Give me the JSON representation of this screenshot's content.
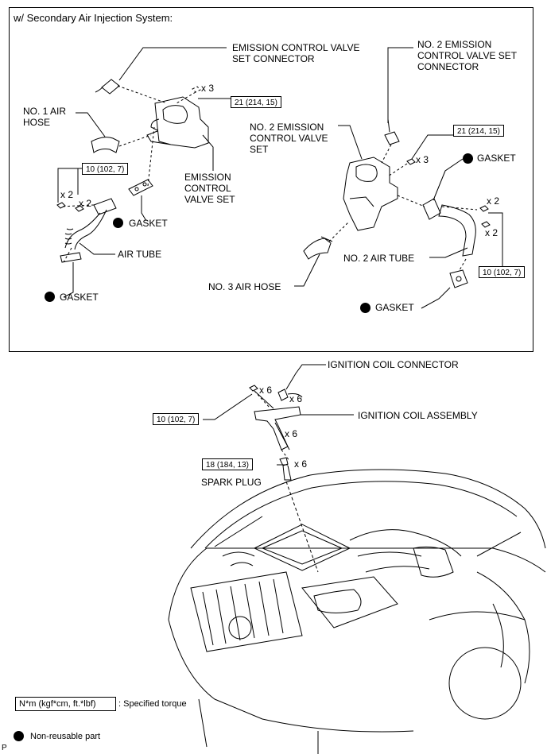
{
  "section_title": "w/ Secondary Air Injection System:",
  "labels": {
    "emission_control_valve_set_connector": "EMISSION CONTROL VALVE\nSET CONNECTOR",
    "no1_air_hose": "NO. 1 AIR\nHOSE",
    "emission_control_valve_set": "EMISSION\nCONTROL\nVALVE SET",
    "gasket_left": "GASKET",
    "air_tube": "AIR TUBE",
    "gasket_bottom_left": "GASKET",
    "no2_emission_control_valve_set_connector": "NO. 2 EMISSION\nCONTROL VALVE SET\nCONNECTOR",
    "no2_emission_control_valve_set": "NO. 2 EMISSION\nCONTROL VALVE\nSET",
    "gasket_right_top": "GASKET",
    "no2_air_tube": "NO. 2 AIR TUBE",
    "no3_air_hose": "NO. 3 AIR HOSE",
    "gasket_right_bottom": "GASKET",
    "ignition_coil_connector": "IGNITION COIL CONNECTOR",
    "ignition_coil_assembly": "IGNITION COIL ASSEMBLY",
    "spark_plug": "SPARK PLUG"
  },
  "torques": {
    "valve_set_bolts": "21 (214, 15)",
    "air_tube_bolts": "10 (102, 7)",
    "no2_valve_set_bolts": "21 (214, 15)",
    "no2_air_tube_bolts": "10 (102, 7)",
    "ignition_coil_bolts": "10 (102, 7)",
    "spark_plug": "18 (184, 13)"
  },
  "multipliers": {
    "valve_set_bolts": "x 3",
    "air_tube_nuts_a": "x 2",
    "air_tube_nuts_b": "x 2",
    "no2_valve_set_bolts": "x 3",
    "no2_air_tube_bolts_a": "x 2",
    "no2_air_tube_bolts_b": "x 2",
    "ignition_coil_bolts": "x 6",
    "ignition_coil_connectors": "x 6",
    "ignition_coils": "x 6",
    "spark_plugs": "x 6"
  },
  "legend": {
    "torque_unit": "N*m (kgf*cm, ft.*lbf)",
    "torque_desc": ": Specified torque",
    "nonreusable_desc": "Non-reusable part"
  },
  "corner_mark": "P"
}
